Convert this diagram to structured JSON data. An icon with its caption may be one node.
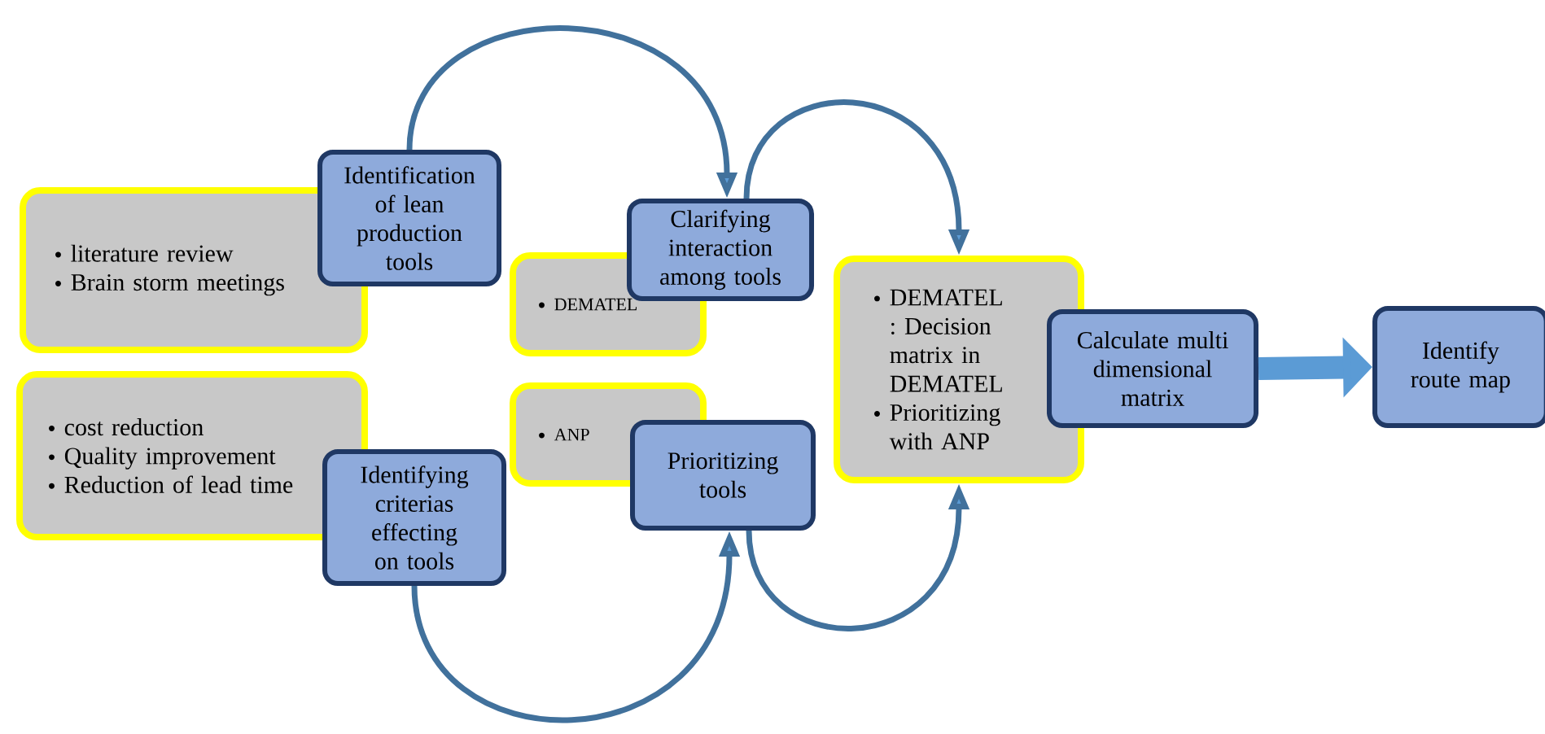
{
  "diagram": {
    "nodes": [
      {
        "text": [
          "literature review",
          "Brain storm meetings"
        ]
      },
      {
        "text": [
          "Identification of lean production tools"
        ]
      },
      {
        "text": [
          "DEMATEL"
        ]
      },
      {
        "text": [
          "Clarifying interaction among tools"
        ]
      },
      {
        "text": [
          "cost reduction",
          "Quality improvement",
          "Reduction of lead time"
        ]
      },
      {
        "text": [
          "Identifying criterias effecting on tools"
        ]
      },
      {
        "text": [
          "ANP"
        ]
      },
      {
        "text": [
          "Prioritizing tools"
        ]
      },
      {
        "text": [
          "DEMATEL : Decision matrix in DEMATEL",
          "Prioritizing with ANP"
        ]
      },
      {
        "text": [
          "Calculate multi dimensional matrix"
        ]
      },
      {
        "text": [
          "Identify route map"
        ]
      }
    ],
    "edges": [
      {
        "from": 1,
        "to": 3,
        "arrow": "to"
      },
      {
        "from": 3,
        "to": 8,
        "arrow": "to"
      },
      {
        "from": 5,
        "to": 7,
        "arrow": "to"
      },
      {
        "from": 7,
        "to": 8,
        "arrow": "to"
      },
      {
        "from": 9,
        "to": 10,
        "arrow": "to",
        "style": "thick"
      }
    ]
  }
}
